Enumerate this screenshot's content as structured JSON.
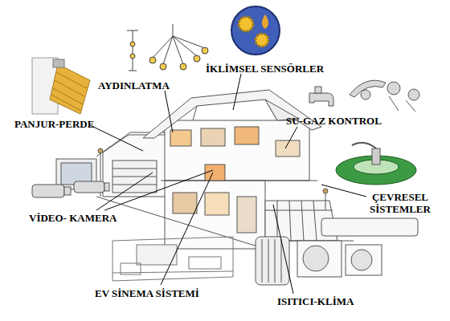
{
  "diagram": {
    "labels": [
      "AYDINLATMA",
      "İKLİMSEL SENSÖRLER",
      "PANJUR-PERDE",
      "SU-GAZ KONTROL",
      "VİDEO- KAMERA",
      "ÇEVRESEL SİSTEMLER",
      "EV SİNEMA SİSTEMİ",
      "ISITICI-KLİMA"
    ]
  }
}
